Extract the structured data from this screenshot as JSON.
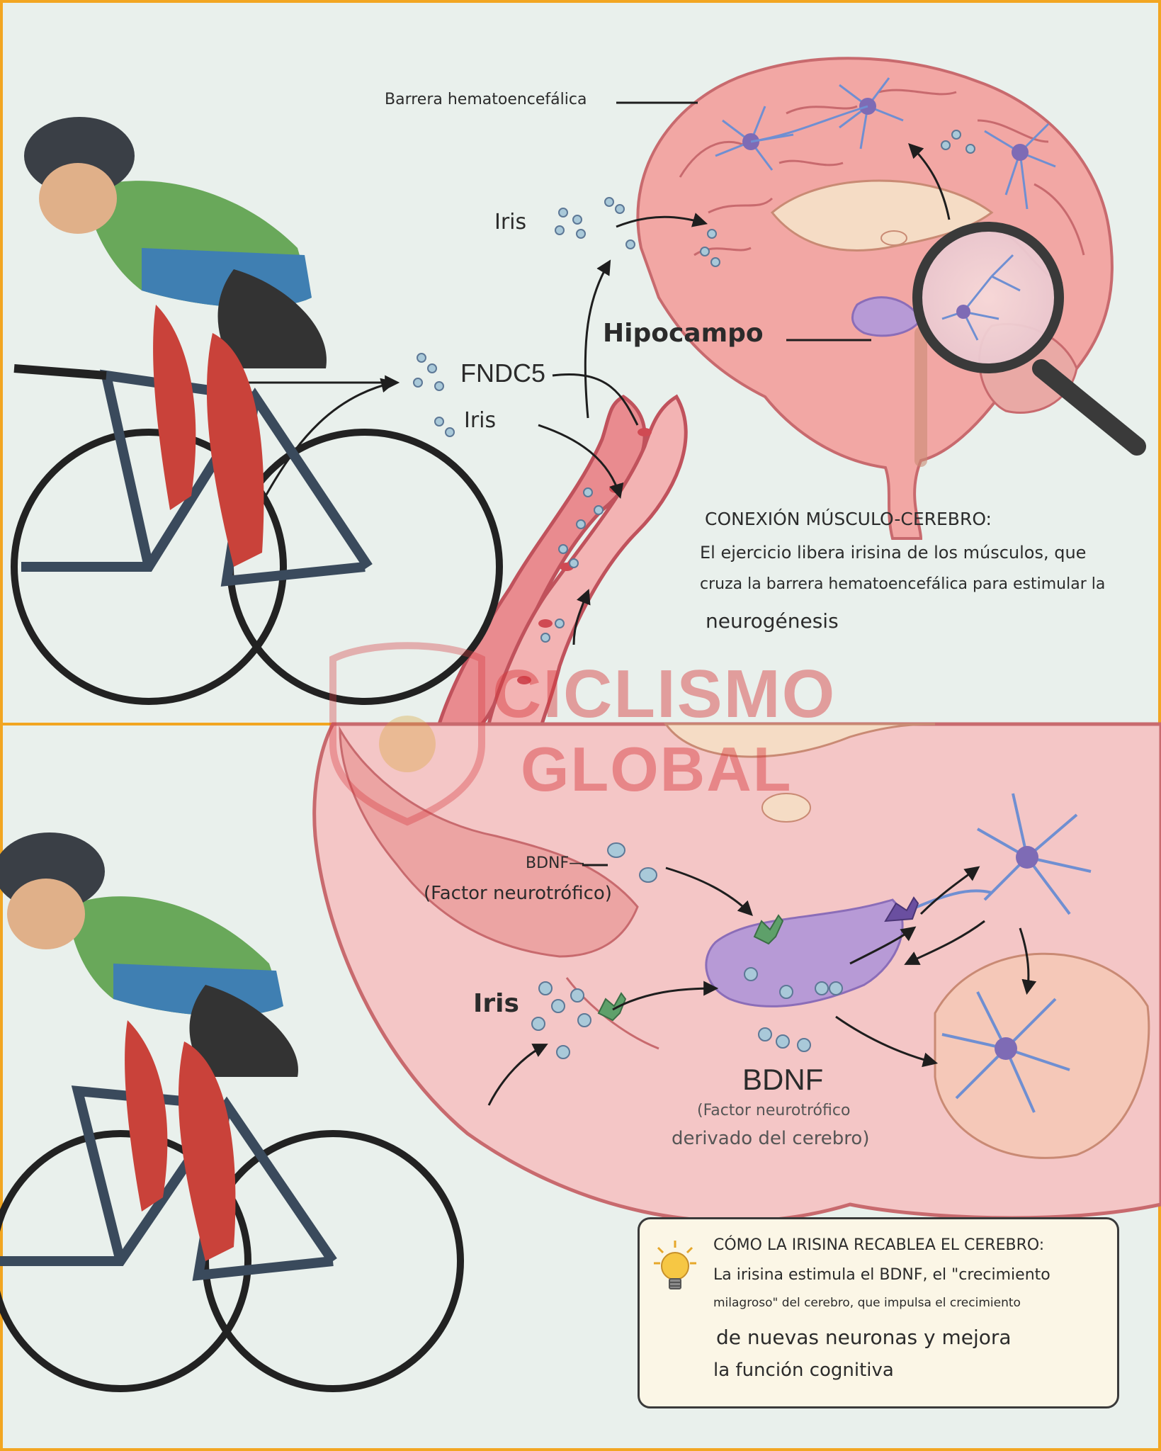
{
  "top_panel": {
    "label_barrier": "Barrera hematoencefálica",
    "label_iris_brain": "Iris",
    "label_fndc5": "FNDC5",
    "label_iris_vessel": "Iris",
    "label_hippocampus": "Hipocampo",
    "connection_title": "CONEXIÓN MÚSCULO-CEREBRO:",
    "connection_line1": "El ejercicio libera irisina de los músculos, que",
    "connection_line2": "cruza la barrera hematoencefálica para estimular la",
    "connection_line3": "neurogénesis"
  },
  "watermark": {
    "line1": "CICLISMO",
    "line2": "GLOBAL"
  },
  "bottom_panel": {
    "label_bdnf_small": "BDNF—",
    "label_factor": "(Factor neurotrófico)",
    "label_iris": "Iris",
    "label_bdnf": "BDNF",
    "label_bdnf_sub1": "(Factor neurotrófico",
    "label_bdnf_sub2": "derivado del cerebro)",
    "infobox_title": "CÓMO LA IRISINA RECABLEA EL CEREBRO:",
    "infobox_line1": "La irisina estimula el BDNF, el \"crecimiento",
    "infobox_line2": "milagroso\" del cerebro, que impulsa el crecimiento",
    "infobox_line3": "de nuevas neuronas y mejora",
    "infobox_line4": "la función cognitiva"
  },
  "colors": {
    "frame": "#f2a622",
    "background": "#e9f0ec",
    "brain": "#f2a7a4",
    "vessel": "#e0707a",
    "neuron": "#7d9ad6",
    "jersey_green": "#69a85a",
    "jersey_blue": "#3f7fb2",
    "muscle": "#c9423a"
  },
  "icons": [
    "lightbulb-icon",
    "magnifier-icon",
    "neuron-icon",
    "molecule-icon",
    "cyclist-illustration",
    "brain-illustration",
    "blood-vessel-illustration"
  ]
}
